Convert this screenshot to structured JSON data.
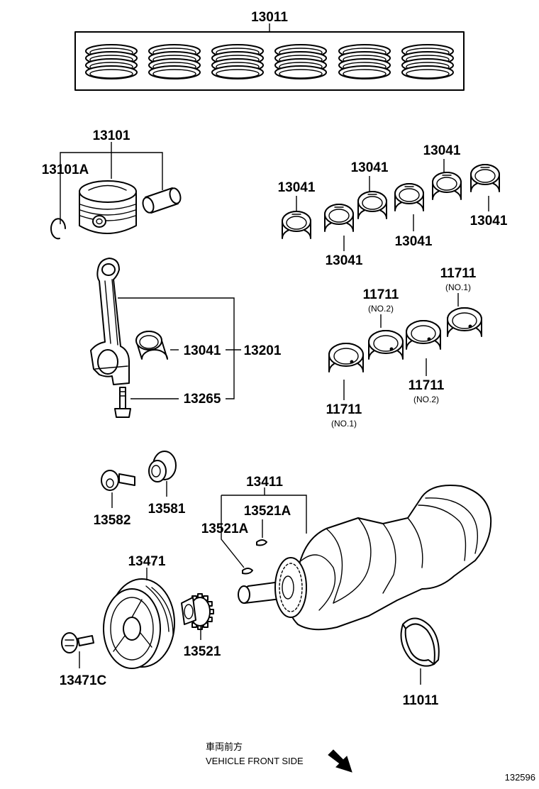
{
  "labels": {
    "ring_set": "13011",
    "piston": "13101",
    "piston_ring_clip": "13101A",
    "main_bearing_a": "13041",
    "main_bearing_b": "13041",
    "main_bearing_c": "13041",
    "main_bearing_d": "13041",
    "main_bearing_e": "13041",
    "main_bearing_f": "13041",
    "thrust_bearing_a": "11711",
    "thrust_bearing_a_sub": "(NO.1)",
    "thrust_bearing_b": "11711",
    "thrust_bearing_b_sub": "(NO.2)",
    "thrust_bearing_c": "11711",
    "thrust_bearing_c_sub": "(NO.2)",
    "thrust_bearing_d": "11711",
    "thrust_bearing_d_sub": "(NO.1)",
    "rod_bearing": "13041",
    "connecting_rod": "13201",
    "rod_bolt": "13265",
    "bolt": "13582",
    "bushing": "13581",
    "crankshaft": "13411",
    "key_a": "13521A",
    "key_b": "13521A",
    "pulley": "13471",
    "pulley_bolt": "13471C",
    "timing_gear": "13521",
    "thrust_washer": "11011"
  },
  "note": {
    "japanese": "車両前方",
    "english": "VEHICLE FRONT SIDE"
  },
  "reference_number": "132596",
  "icons": {
    "direction_arrow": "arrow-down-right-icon"
  }
}
